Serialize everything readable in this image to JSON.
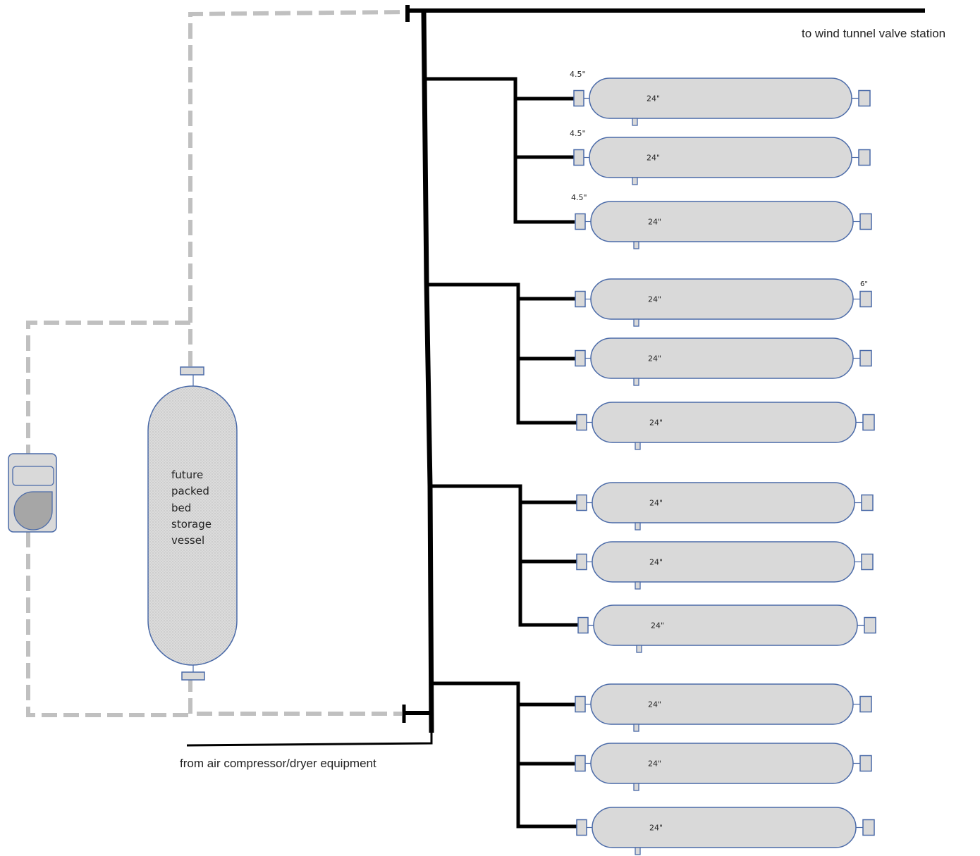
{
  "labels": {
    "outlet": "to wind tunnel valve station",
    "inlet": "from air compressor/dryer equipment",
    "packed_bed_lines": [
      "future",
      "packed",
      "bed",
      "storage",
      "vessel"
    ]
  },
  "tanks": [
    {
      "label": "24\"",
      "nozzle": "4.5\""
    },
    {
      "label": "24\"",
      "nozzle": "4.5\""
    },
    {
      "label": "24\"",
      "nozzle": "4.5\""
    },
    {
      "label": "24\"",
      "nozzle": "",
      "right_nozzle": "6\""
    },
    {
      "label": "24\"",
      "nozzle": ""
    },
    {
      "label": "24\"",
      "nozzle": ""
    },
    {
      "label": "24\"",
      "nozzle": ""
    },
    {
      "label": "24\"",
      "nozzle": ""
    },
    {
      "label": "24\"",
      "nozzle": ""
    },
    {
      "label": "24\"",
      "nozzle": ""
    },
    {
      "label": "24\"",
      "nozzle": ""
    },
    {
      "label": "24\"",
      "nozzle": ""
    }
  ],
  "colors": {
    "pipe": "#000000",
    "future_pipe": "#c0c0c0",
    "tank_fill": "#d9d9d9",
    "tank_stroke": "#4a6aa8",
    "packed_bed_fill": "#dcdcdc"
  }
}
